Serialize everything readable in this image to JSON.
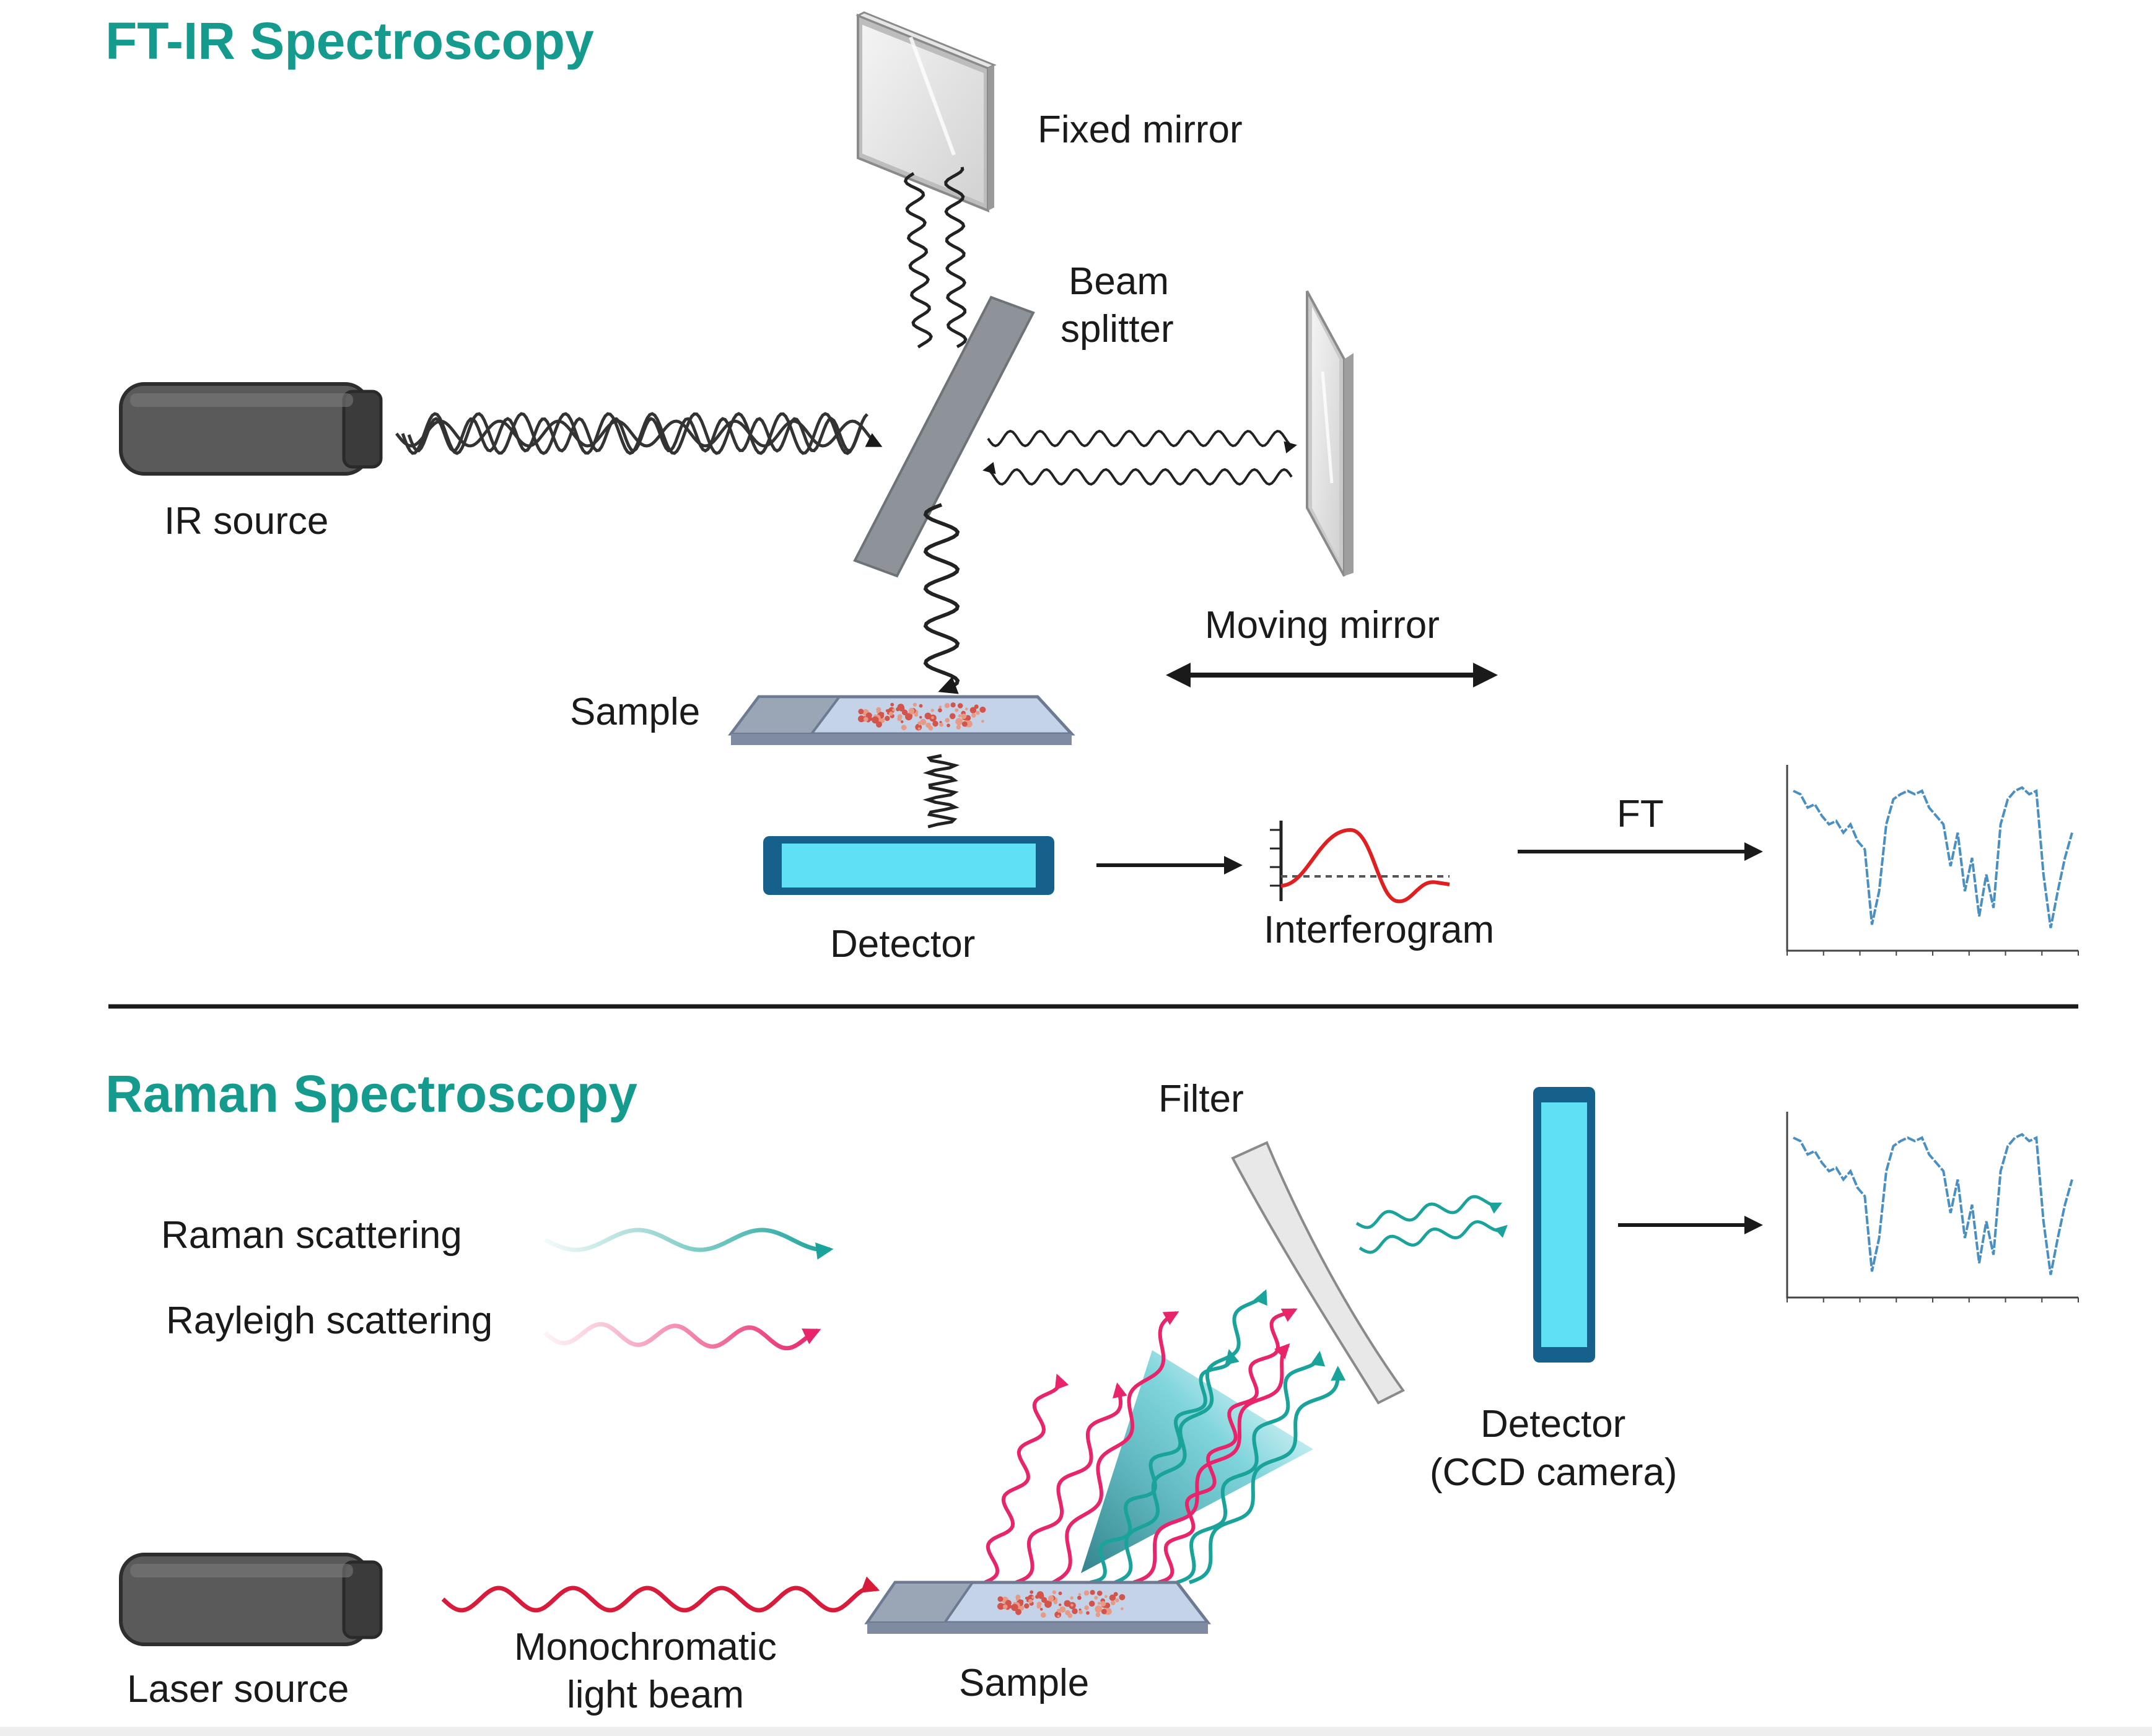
{
  "colors": {
    "accent": "#159a8e",
    "raman": "#1aa39a",
    "rayleigh": "#e8246a",
    "laser": "#d81b3a",
    "detector_fill": "#5fe0f5",
    "detector_frame": "#15618c",
    "source_body": "#555555",
    "signal_red": "#e02020"
  },
  "ftir": {
    "title": "FT-IR Spectroscopy",
    "fixed_mirror": "Fixed mirror",
    "beam_splitter_line1": "Beam",
    "beam_splitter_line2": "splitter",
    "ir_source": "IR source",
    "moving_mirror": "Moving mirror",
    "sample": "Sample",
    "detector": "Detector",
    "interferogram": "Interferogram",
    "ft": "FT"
  },
  "raman": {
    "title": "Raman Spectroscopy",
    "filter": "Filter",
    "legend_raman": "Raman scattering",
    "legend_rayleigh": "Rayleigh scattering",
    "detector_line1": "Detector",
    "detector_line2": "(CCD camera)",
    "laser_source": "Laser source",
    "beam_line1": "Monochromatic",
    "beam_line2": "light beam",
    "sample": "Sample"
  },
  "icons": [
    "ir-source-icon",
    "laser-source-icon",
    "beam-splitter-icon",
    "fixed-mirror-icon",
    "moving-mirror-icon",
    "sample-slide-icon",
    "detector-icon",
    "ccd-detector-icon",
    "filter-lens-icon",
    "interferogram-icon",
    "spectrum-icon"
  ]
}
